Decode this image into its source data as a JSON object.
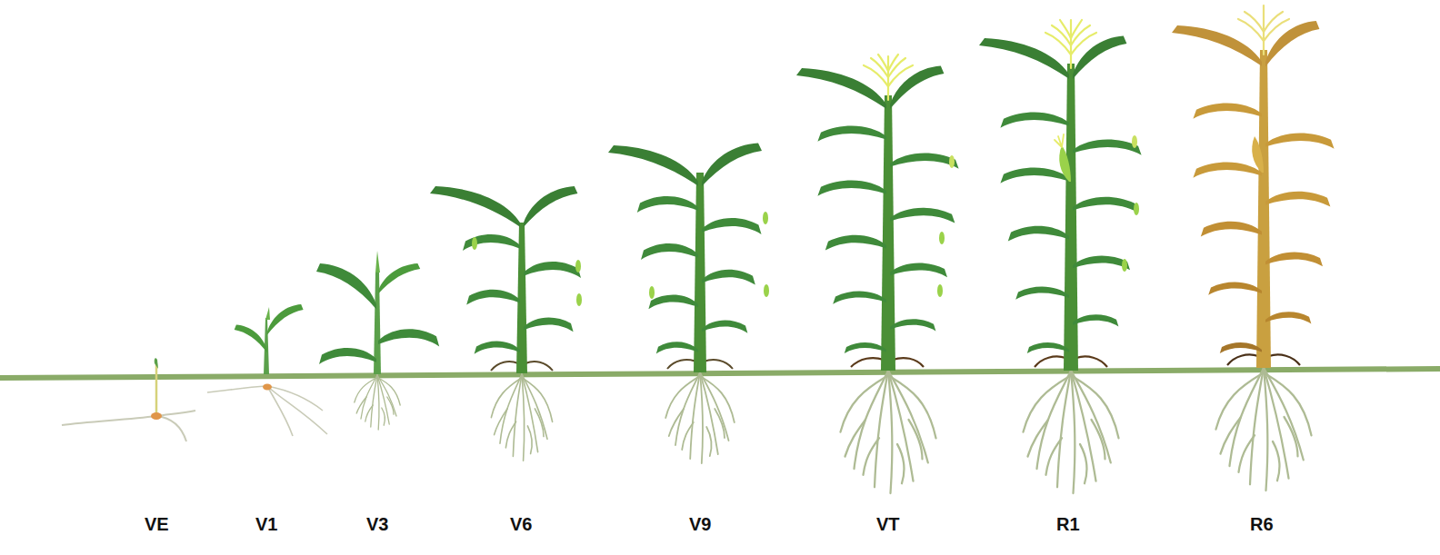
{
  "diagram": {
    "labels": [
      "VE",
      "V1",
      "V3",
      "V6",
      "V9",
      "VT",
      "R1",
      "R6"
    ]
  }
}
